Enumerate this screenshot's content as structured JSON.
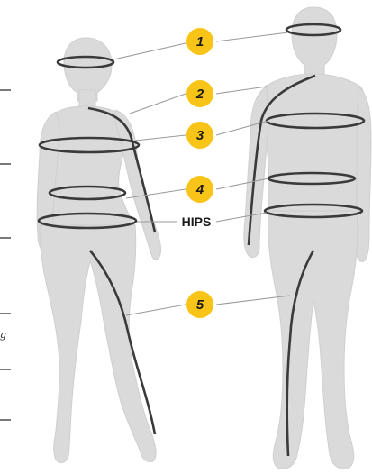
{
  "measurements": [
    {
      "number": "1"
    },
    {
      "number": "2"
    },
    {
      "number": "3"
    },
    {
      "number": "4"
    },
    {
      "number": "5"
    }
  ],
  "hips_label": "HIPS",
  "edge_glyph": "g",
  "colors": {
    "marker_fill": "#f7c417",
    "figure_fill": "#dadada",
    "figure_stroke": "#cfcfcf",
    "measure_line": "#3a3a3a",
    "leader_line": "#9a9a9a"
  }
}
